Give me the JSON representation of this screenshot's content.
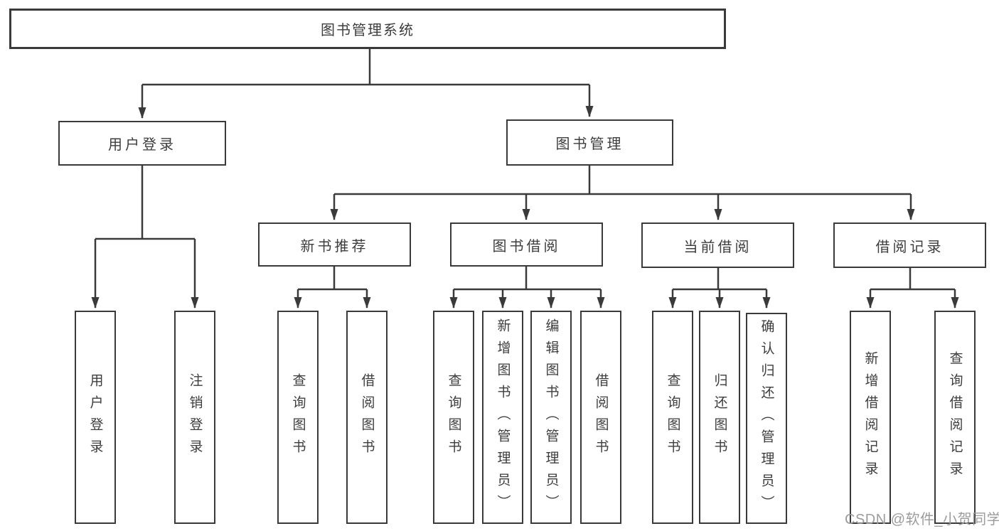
{
  "diagram": {
    "root": {
      "label": "图书管理系统"
    },
    "user_login_branch": {
      "label": "用户登录",
      "children": [
        {
          "label": "用户登录"
        },
        {
          "label": "注销登录"
        }
      ]
    },
    "book_mgmt_branch": {
      "label": "图书管理",
      "children": [
        {
          "label": "新书推荐",
          "children": [
            {
              "label": "查询图书"
            },
            {
              "label": "借阅图书"
            }
          ]
        },
        {
          "label": "图书借阅",
          "children": [
            {
              "label": "查询图书"
            },
            {
              "label": "新增图书（管理员）"
            },
            {
              "label": "编辑图书（管理员）"
            },
            {
              "label": "借阅图书"
            }
          ]
        },
        {
          "label": "当前借阅",
          "children": [
            {
              "label": "查询图书"
            },
            {
              "label": "归还图书"
            },
            {
              "label": "确认归还（管理员）"
            }
          ]
        },
        {
          "label": "借阅记录",
          "children": [
            {
              "label": "新增借阅记录"
            },
            {
              "label": "查询借阅记录"
            }
          ]
        }
      ]
    }
  },
  "watermark": {
    "text": "CSDN @软件_小贺同学"
  },
  "colors": {
    "line": "#3a3a3a",
    "text": "#3d3d3d",
    "background": "#ffffff",
    "watermark": "#9c9c9c"
  }
}
